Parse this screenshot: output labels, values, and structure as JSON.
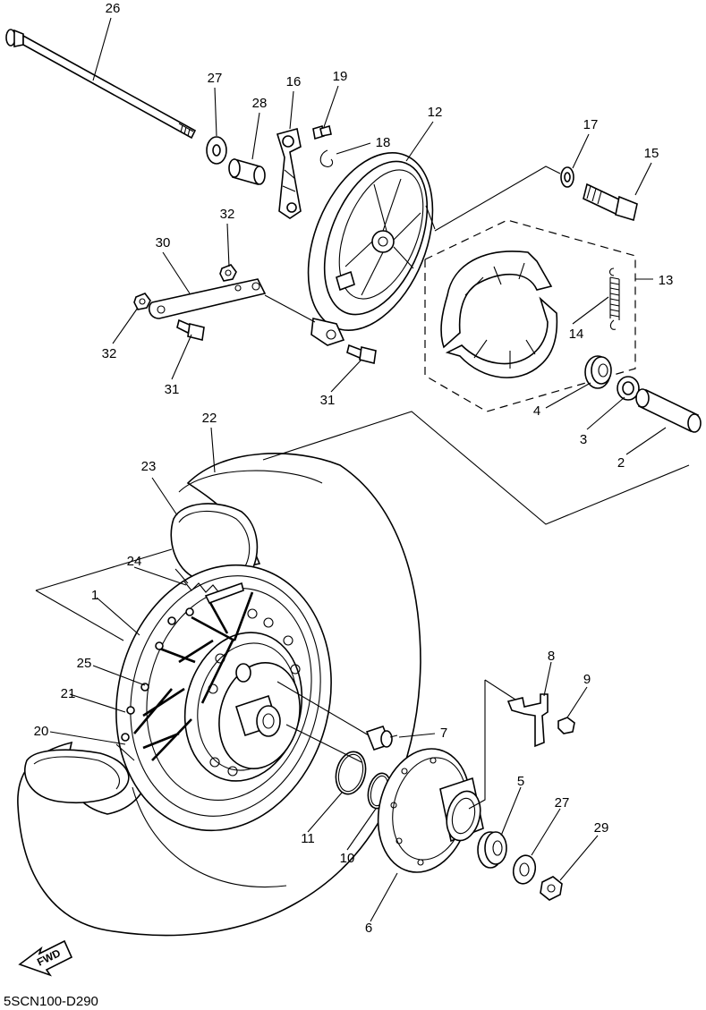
{
  "diagram": {
    "code": "5SCN100-D290",
    "fwd_label": "FWD",
    "callouts": [
      "26",
      "27",
      "28",
      "16",
      "19",
      "18",
      "12",
      "17",
      "15",
      "32",
      "30",
      "13",
      "14",
      "32",
      "31",
      "31",
      "4",
      "3",
      "2",
      "22",
      "23",
      "24",
      "1",
      "25",
      "21",
      "20",
      "8",
      "9",
      "7",
      "5",
      "27",
      "29",
      "11",
      "10",
      "6"
    ]
  }
}
